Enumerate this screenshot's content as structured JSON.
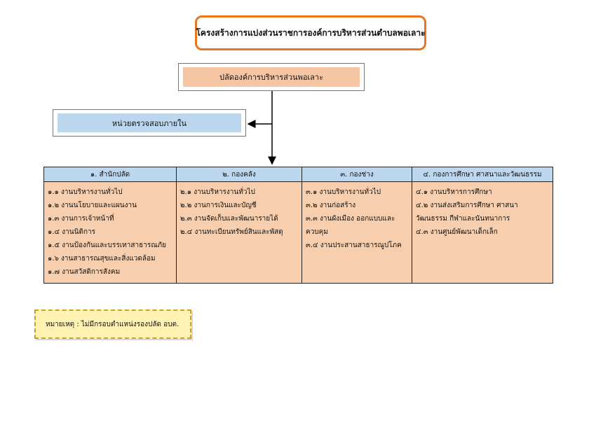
{
  "title": "โครงสร้างการแบ่งส่วนราชการองค์การบริหารส่วนตำบลพอเลาะ",
  "head": "ปลัดองค์การบริหารส่วนพอเลาะ",
  "audit_unit": "หน่วยตรวจสอบภายใน",
  "departments": [
    {
      "header": "๑. สำนักปลัด",
      "items": [
        "๑.๑ งานบริหารงานทั่วไป",
        "๑.๒ งานนโยบายและแผนงาน",
        "๑.๓ งานการเจ้าหน้าที่",
        "๑.๔ งานนิติการ",
        "๑.๕ งานป้องกันและบรรเทาสาธารณภัย",
        "๑.๖ งานสาธารณสุขและสิ่งแวดล้อม",
        "๑.๗ งานสวัสดิการสังคม"
      ]
    },
    {
      "header": "๒. กองคลัง",
      "items": [
        "๒.๑ งานบริหารงานทั่วไป",
        "๒.๒ งานการเงินและบัญชี",
        "๒.๓ งานจัดเก็บและพัฒนารายได้",
        "๒.๔ งานทะเบียนทรัพย์สินและพัสดุ"
      ]
    },
    {
      "header": "๓. กองช่าง",
      "items": [
        "๓.๑ งานบริหารงานทั่วไป",
        "๓.๒ งานก่อสร้าง",
        "๓.๓ งานผังเมือง ออกแบบและ",
        "ควบคุม",
        "๓.๔ งานประสานสาธารณูปโภค"
      ]
    },
    {
      "header": "๔. กองการศึกษา ศาสนาและวัฒนธรรม",
      "items": [
        "๔.๑ งานบริหารการศึกษา",
        "๔.๒ งานส่งเสริมการศึกษา ศาสนา",
        "วัฒนธรรม กีฬาและนันทนาการ",
        "๔.๓ งานศูนย์พัฒนาเด็กเล็ก"
      ]
    }
  ],
  "note": "หมายเหตุ : ไม่มีกรอบตำแหน่งรองปลัด อบต.",
  "colors": {
    "title_border": "#e87722",
    "head_fill": "#f6c6a4",
    "audit_fill": "#bdd7ee",
    "header_fill": "#bdd7ee",
    "body_fill": "#f7cfae",
    "note_fill": "#fff2b3"
  }
}
